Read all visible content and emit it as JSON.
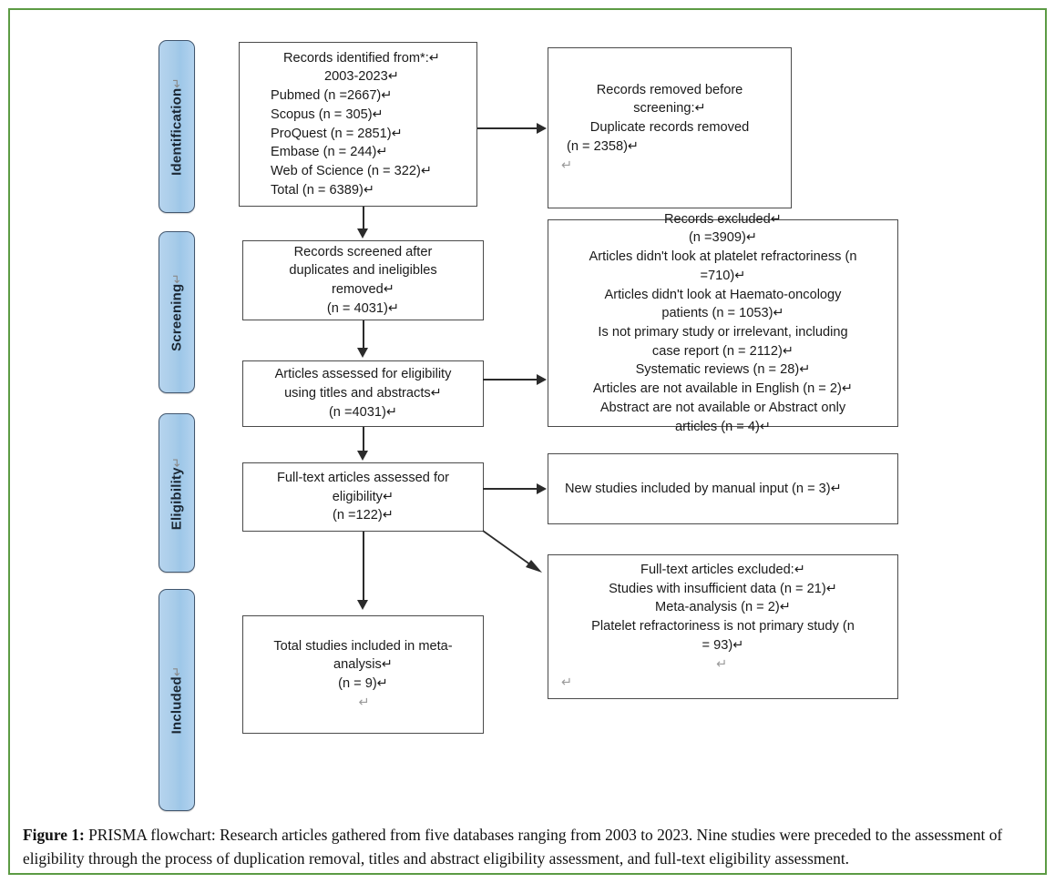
{
  "figure": {
    "border_color": "#5c9b44",
    "caption_lead": "Figure 1:",
    "caption_text": " PRISMA flowchart: Research articles gathered from five databases ranging from 2003 to 2023. Nine studies were preceded to the assessment of eligibility through the process of duplication removal, titles and abstract eligibility assessment, and full-text eligibility assessment."
  },
  "phases": [
    {
      "id": "identification",
      "label": "Identification",
      "pilcrow": "↵"
    },
    {
      "id": "screening",
      "label": "Screening",
      "pilcrow": "↵"
    },
    {
      "id": "eligibility",
      "label": "Eligibility",
      "pilcrow": "↵"
    },
    {
      "id": "included",
      "label": "Included",
      "pilcrow": "↵"
    }
  ],
  "boxes": {
    "records_identified": {
      "title": "Records identified from*:",
      "lines": [
        "Records identified from*:↵",
        "2003-2023↵",
        "Pubmed (n =2667)↵",
        "Scopus (n = 305)↵",
        "ProQuest (n = 2851)↵",
        "Embase (n = 244)↵",
        "Web of Science (n = 322)↵",
        "Total (n = 6389)↵"
      ],
      "counts": {
        "pubmed": 2667,
        "scopus": 305,
        "proquest": 2851,
        "embase": 244,
        "web_of_science": 322,
        "total": 6389
      },
      "date_range": "2003-2023"
    },
    "records_removed": {
      "lines": [
        "Records removed before",
        "screening:↵",
        "Duplicate records removed",
        "(n = 2358)↵",
        "↵"
      ],
      "counts": {
        "duplicates_removed": 2358
      }
    },
    "records_screened": {
      "lines": [
        "Records screened after",
        "duplicates and ineligibles",
        "removed↵",
        "(n = 4031)↵"
      ],
      "counts": {
        "n": 4031
      }
    },
    "records_excluded": {
      "lines": [
        "Records excluded↵",
        "(n =3909)↵",
        "Articles didn't look at platelet refractoriness (n",
        "=710)↵",
        "Articles didn't look at Haemato-oncology",
        "patients (n = 1053)↵",
        "Is not primary study or irrelevant, including",
        "case report (n = 2112)↵",
        "Systematic reviews (n = 28)↵",
        "Articles are not available in English (n = 2)↵",
        "Abstract are not available or Abstract only",
        "articles (n = 4)↵"
      ],
      "counts": {
        "total_excluded": 3909,
        "not_platelet_refractoriness": 710,
        "not_haemato_oncology": 1053,
        "not_primary_or_irrelevant": 2112,
        "systematic_reviews": 28,
        "not_english": 2,
        "abstract_only": 4
      }
    },
    "articles_assessed": {
      "lines": [
        "Articles assessed for eligibility",
        "using titles and abstracts↵",
        "(n =4031)↵"
      ],
      "counts": {
        "n": 4031
      }
    },
    "fulltext_assessed": {
      "lines": [
        "Full-text articles assessed for",
        "eligibility↵",
        "(n =122)↵"
      ],
      "counts": {
        "n": 122
      }
    },
    "new_studies_manual": {
      "lines": [
        "New studies included by manual input (n = 3)↵"
      ],
      "counts": {
        "n": 3
      }
    },
    "fulltext_excluded": {
      "lines": [
        "Full-text articles excluded:↵",
        "Studies with insufficient data (n = 21)↵",
        "Meta-analysis (n = 2)↵",
        "Platelet refractoriness is not primary study (n",
        "= 93)↵",
        "↵",
        "↵"
      ],
      "counts": {
        "insufficient_data": 21,
        "meta_analysis": 2,
        "not_primary_study": 93
      }
    },
    "total_included": {
      "lines": [
        "Total studies included in meta-",
        "analysis↵",
        "(n = 9)↵",
        "↵"
      ],
      "counts": {
        "n": 9
      }
    }
  },
  "colors": {
    "phase_fill": "#a8cce9",
    "phase_border": "#41566e",
    "box_border": "#4a4a4a",
    "connector": "#2b2b2b",
    "frame": "#5c9b44"
  }
}
